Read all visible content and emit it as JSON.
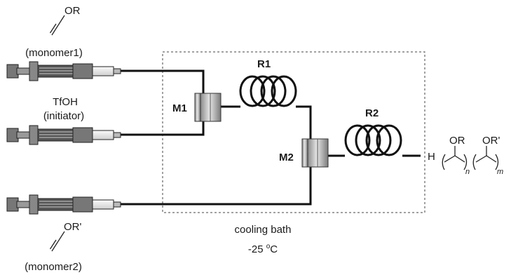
{
  "reagents": {
    "monomer1_group": "OR",
    "monomer1_label": "(monomer1)",
    "initiator_name": "TfOH",
    "initiator_label": "(initiator)",
    "monomer2_group": "OR'",
    "monomer2_label": "(monomer2)"
  },
  "mixers": {
    "m1": "M1",
    "m2": "M2"
  },
  "reactors": {
    "r1": "R1",
    "r2": "R2"
  },
  "bath": {
    "label": "cooling bath",
    "temp_value": "-25 ",
    "temp_degree": "o",
    "temp_unit": "C"
  },
  "product": {
    "end_group": "H",
    "group1": "OR",
    "group2": "OR'",
    "sub_n": "n",
    "sub_m": "m"
  }
}
